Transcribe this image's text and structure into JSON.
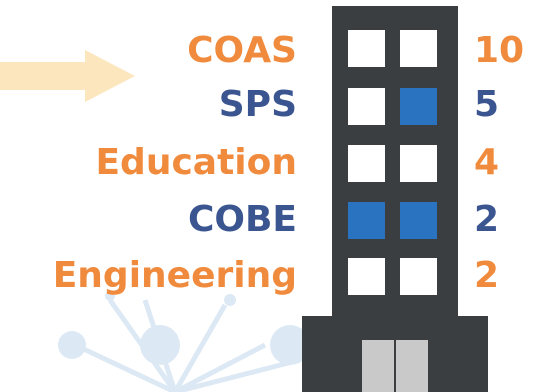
{
  "colors": {
    "orange": "#f08a3c",
    "blue": "#3a5590",
    "window_blue": "#2a73c0",
    "building": "#3b3e40",
    "arrow": "#fbe6bd",
    "deco": "#dce9f4"
  },
  "rows": [
    {
      "label": "COAS",
      "value": "10",
      "color": "orange",
      "windows": 0
    },
    {
      "label": "SPS",
      "value": "5",
      "color": "blue",
      "windows": 1
    },
    {
      "label": "Education",
      "value": "4",
      "color": "orange",
      "windows": 0
    },
    {
      "label": "COBE",
      "value": "2",
      "color": "blue",
      "windows": 2
    },
    {
      "label": "Engineering",
      "value": "2",
      "color": "orange",
      "windows": 0
    }
  ]
}
